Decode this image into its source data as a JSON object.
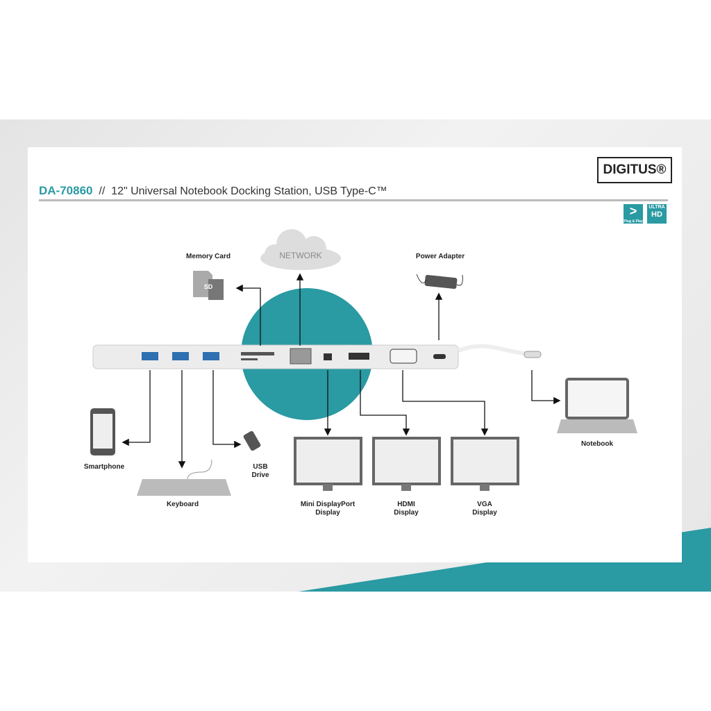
{
  "header": {
    "model": "DA-70860",
    "separator": "//",
    "title": "12\" Universal Notebook Docking Station, USB Type-C™",
    "brand": "DIGITUS®"
  },
  "badges": {
    "plug_play": "Plug & Play",
    "ultra": "ULTRA",
    "hd": "HD"
  },
  "labels": {
    "memory_card": "Memory Card",
    "network": "NETWORK",
    "power_adapter": "Power Adapter",
    "smartphone": "Smartphone",
    "keyboard": "Keyboard",
    "usb_drive_1": "USB",
    "usb_drive_2": "Drive",
    "mdp_1": "Mini DisplayPort",
    "mdp_2": "Display",
    "hdmi_1": "HDMI",
    "hdmi_2": "Display",
    "vga_1": "VGA",
    "vga_2": "Display",
    "notebook": "Notebook",
    "sd": "SD"
  },
  "colors": {
    "accent": "#2a9aa3"
  }
}
